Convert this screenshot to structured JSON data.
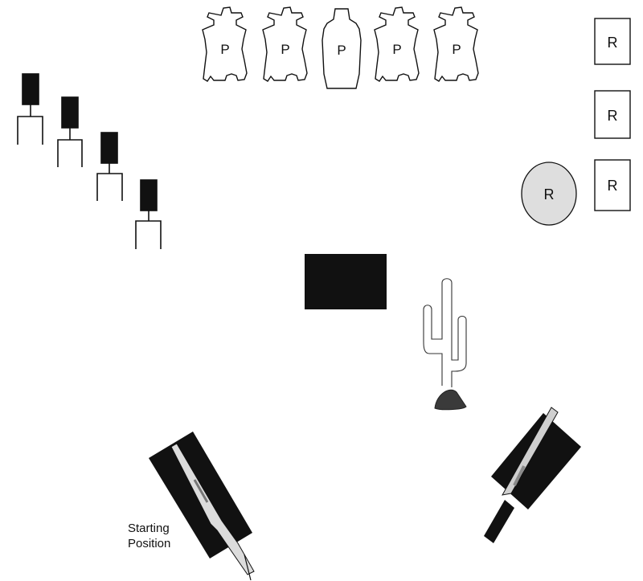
{
  "pistol_targets": {
    "labels": [
      "P",
      "P",
      "P",
      "P",
      "P"
    ]
  },
  "rifle_targets": {
    "labels": [
      "R",
      "R",
      "R",
      "R"
    ]
  },
  "starting_position": {
    "label_line1": "Starting",
    "label_line2": "Position"
  },
  "colors": {
    "ink": "#111111",
    "plate_fill": "#d9d9d9",
    "rock_fill": "#3a3a3a"
  }
}
